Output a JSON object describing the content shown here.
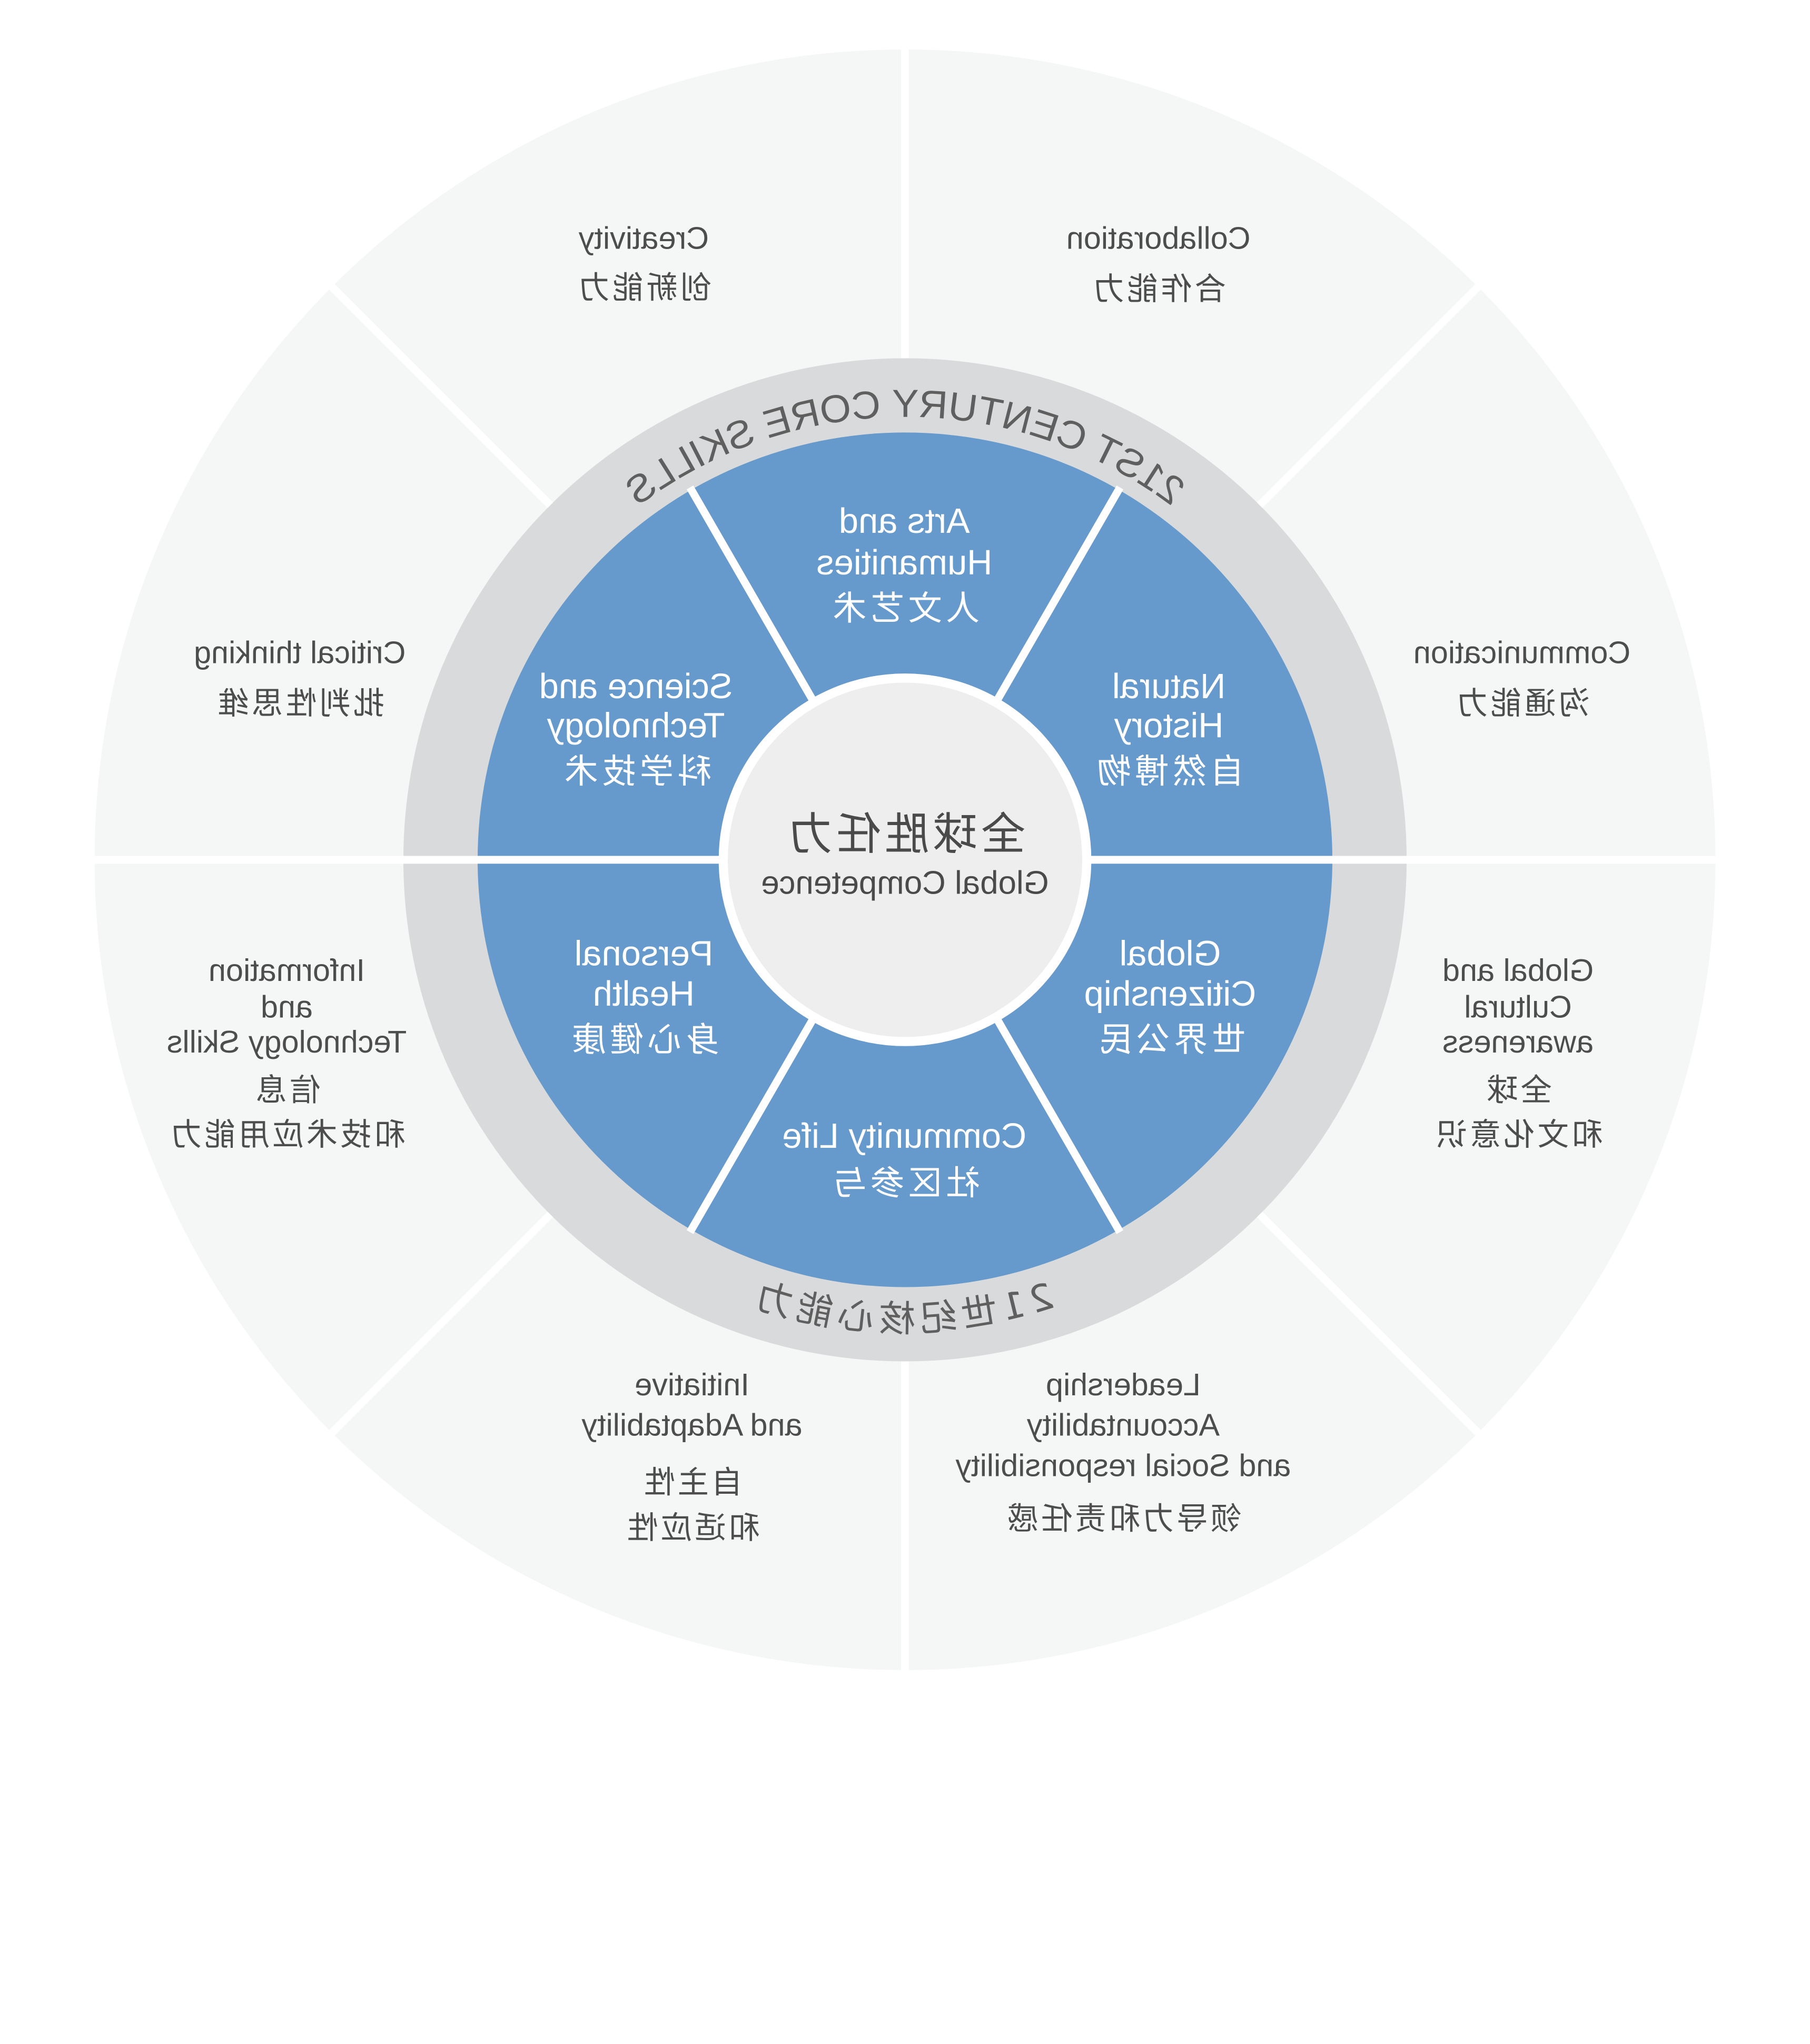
{
  "rendering": {
    "mirrored_horizontally": true
  },
  "colors": {
    "outer_ring": "#f5f6f6",
    "core_ring": "#d9dadb",
    "domain_fill": "#6699cc",
    "center_fill": "#eeeeef",
    "separator": "#ffffff",
    "skill_text": "#4d4d4d",
    "ring_text": "#5f5f5f",
    "center_text": "#4a4a4a"
  },
  "diagram": {
    "center": {
      "zh": "全球胜任力",
      "en": "Global Competence"
    },
    "ring": {
      "top": "21ST CENTURY CORE SKILLS",
      "bottom": "21世纪核心能力"
    },
    "domains": [
      {
        "en": [
          "Arts and",
          "Humanities"
        ],
        "zh": "人文艺术"
      },
      {
        "en": [
          "Natural",
          "History"
        ],
        "zh": "自然博物"
      },
      {
        "en": [
          "Global",
          "Citizenship"
        ],
        "zh": "世界公民"
      },
      {
        "en": [
          "Community Life"
        ],
        "zh": "社区参与"
      },
      {
        "en": [
          "Personal",
          "Health"
        ],
        "zh": "身心健康"
      },
      {
        "en": [
          "Science and",
          "Technology"
        ],
        "zh": "科学技术"
      }
    ],
    "skills": [
      {
        "en": [
          "Collaboration"
        ],
        "zh": [
          "合作能力"
        ]
      },
      {
        "en": [
          "Communication"
        ],
        "zh": [
          "沟通能力"
        ]
      },
      {
        "en": [
          "Global and",
          "Cultural",
          "awareness"
        ],
        "zh": [
          "全球",
          "和文化意识"
        ]
      },
      {
        "en": [
          "Leadership",
          "Accountability",
          "and Social responsibility"
        ],
        "zh": [
          "领导力和责任感"
        ]
      },
      {
        "en": [
          "Initiative",
          "and Adaptability"
        ],
        "zh": [
          "自主性",
          "和适应性"
        ]
      },
      {
        "en": [
          "Information",
          "and",
          "Technology Skills"
        ],
        "zh": [
          "信息",
          "和技术应用能力"
        ]
      },
      {
        "en": [
          "Critical thinking"
        ],
        "zh": [
          "批判性思维"
        ]
      },
      {
        "en": [
          "Creativity"
        ],
        "zh": [
          "创新能力"
        ]
      }
    ]
  }
}
